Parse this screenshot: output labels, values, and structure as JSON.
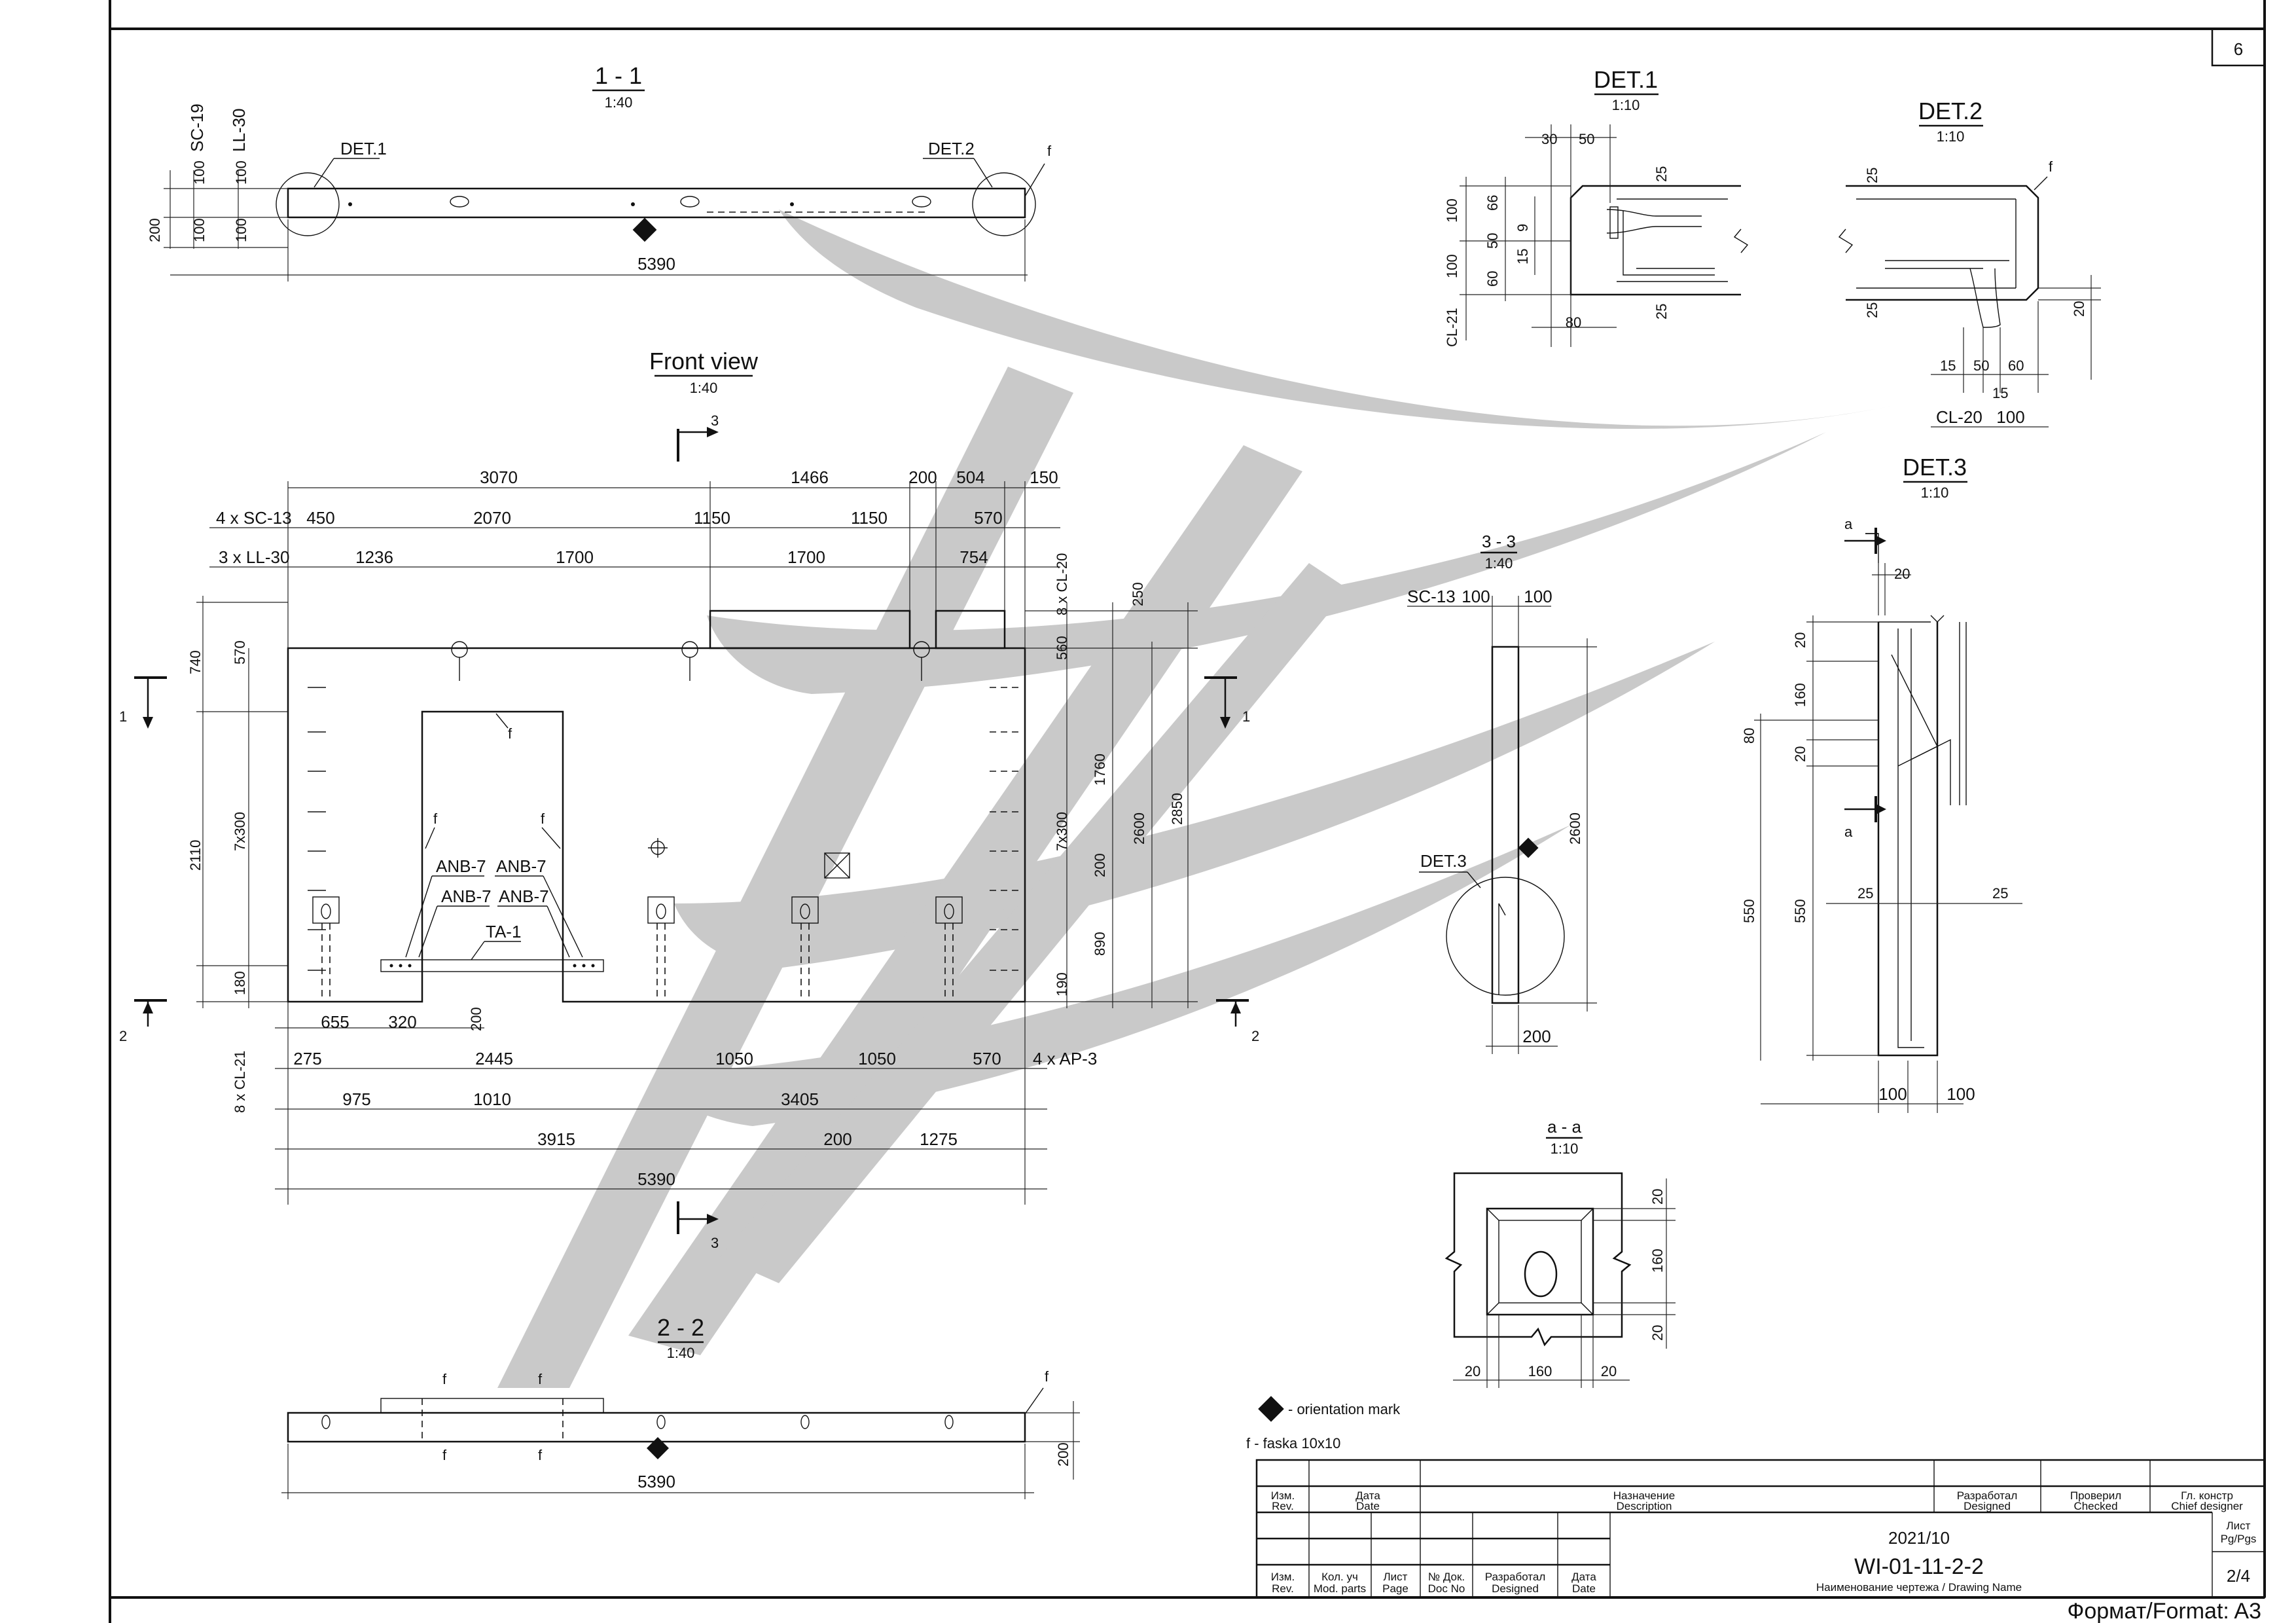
{
  "sheet": {
    "number": "6",
    "format": "Формат/Format: A3"
  },
  "section_1_1": {
    "title": "1 - 1",
    "scale": "1:40",
    "labels": {
      "sc": "SC-19",
      "ll": "LL-30",
      "det1": "DET.1",
      "det2": "DET.2",
      "f": "f"
    },
    "dims": {
      "d100a": "100",
      "d100b": "100",
      "d100c": "100",
      "d100d": "100",
      "d200": "200",
      "length": "5390"
    }
  },
  "front_view": {
    "title": "Front view",
    "scale": "1:40",
    "cut_3": "3",
    "cut_1": "1",
    "cut_2": "2",
    "top_dims": {
      "r1_label": "",
      "r1": [
        "3070",
        "1466",
        "200",
        "504",
        "150"
      ],
      "r2_label": "4 x SC-13",
      "r2": [
        "450",
        "2070",
        "1150",
        "1150",
        "570"
      ],
      "r3_label": "3 x LL-30",
      "r3": [
        "1236",
        "1700",
        "1700",
        "754"
      ]
    },
    "left_dims": {
      "d740": "740",
      "d570": "570",
      "d2110": "2110",
      "d7x300": "7x300",
      "d180": "180",
      "cl21": "8 x CL-21"
    },
    "right_dims": {
      "cl20": "8 x CL-20",
      "d250": "250",
      "d560": "560",
      "d1760": "1760",
      "d7x300": "7x300",
      "d200": "200",
      "d890": "890",
      "d190": "190",
      "d2600": "2600",
      "d2850": "2850"
    },
    "bottom_dims": {
      "b1": [
        "655",
        "320",
        "200"
      ],
      "b2": [
        "275",
        "2445",
        "1050",
        "1050",
        "570"
      ],
      "b2_label": "4 x AP-3",
      "b3": [
        "975",
        "1010",
        "3405"
      ],
      "b4": [
        "3915",
        "200",
        "1275"
      ],
      "total": "5390"
    },
    "labels": {
      "f1": "f",
      "f2": "f",
      "f3": "f",
      "anb1": "ANB-7",
      "anb2": "ANB-7",
      "anb3": "ANB-7",
      "anb4": "ANB-7",
      "ta": "TA-1"
    }
  },
  "section_2_2": {
    "title": "2 - 2",
    "scale": "1:40",
    "labels": {
      "f1": "f",
      "f2": "f",
      "f3": "f",
      "f4": "f",
      "f5": "f"
    },
    "dims": {
      "length": "5390",
      "d200": "200"
    }
  },
  "det1": {
    "title": "DET.1",
    "scale": "1:10",
    "dims": {
      "d30": "30",
      "d50": "50",
      "d66": "66",
      "d100a": "100",
      "d9": "9",
      "d50b": "50",
      "d15": "15",
      "d100b": "100",
      "d60": "60",
      "d25a": "25",
      "d25b": "25",
      "d80": "80",
      "cl21": "CL-21"
    }
  },
  "det2": {
    "title": "DET.2",
    "scale": "1:10",
    "dims": {
      "d25a": "25",
      "d25b": "25",
      "f": "f",
      "d20": "20",
      "d15a": "15",
      "d50": "50",
      "d60": "60",
      "d15b": "15",
      "cl20": "CL-20",
      "d100": "100"
    }
  },
  "det3": {
    "title": "DET.3",
    "scale": "1:10",
    "dims": {
      "a1": "a",
      "a2": "a",
      "d20a": "20",
      "d20b": "20",
      "d160": "160",
      "d20c": "20",
      "d80": "80",
      "d550a": "550",
      "d550b": "550",
      "d25a": "25",
      "d25b": "25",
      "d100a": "100",
      "d100b": "100"
    }
  },
  "section_3_3": {
    "title": "3 - 3",
    "scale": "1:40",
    "labels": {
      "sc": "SC-13",
      "det3": "DET.3"
    },
    "dims": {
      "d100a": "100",
      "d100b": "100",
      "d2600": "2600",
      "d200": "200"
    }
  },
  "section_a_a": {
    "title": "a - a",
    "scale": "1:10",
    "dims": {
      "d20a": "20",
      "d160a": "160",
      "d20b": "20",
      "d20c": "20",
      "d160b": "160",
      "d20d": "20"
    }
  },
  "legend": {
    "orientation": "- orientation mark",
    "faska": "f - faska 10x10"
  },
  "title_block": {
    "rev_ru": "Изм.",
    "rev_en": "Rev.",
    "date_ru": "Дата",
    "date_en": "Date",
    "desc_ru": "Назначение",
    "desc_en": "Description",
    "designed_ru": "Разработал",
    "designed_en": "Designed",
    "checked_ru": "Проверил",
    "checked_en": "Checked",
    "chief_ru": "Гл. констр",
    "chief_en": "Chief designer",
    "rev2_ru": "Изм.",
    "rev2_en": "Rev.",
    "mod_ru": "Кол. уч",
    "mod_en": "Mod. parts",
    "page_ru": "Лист",
    "page_en": "Page",
    "docno_ru": "№ Док.",
    "docno_en": "Doc No",
    "designed2_ru": "Разработал",
    "designed2_en": "Designed",
    "date2_ru": "Дата",
    "date2_en": "Date",
    "year": "2021/10",
    "code": "WI-01-11-2-2",
    "drawing_name": "Наименование чертежа / Drawing Name",
    "pg_ru": "Лист",
    "pg_en": "Pg/Pgs",
    "pages": "2/4"
  }
}
